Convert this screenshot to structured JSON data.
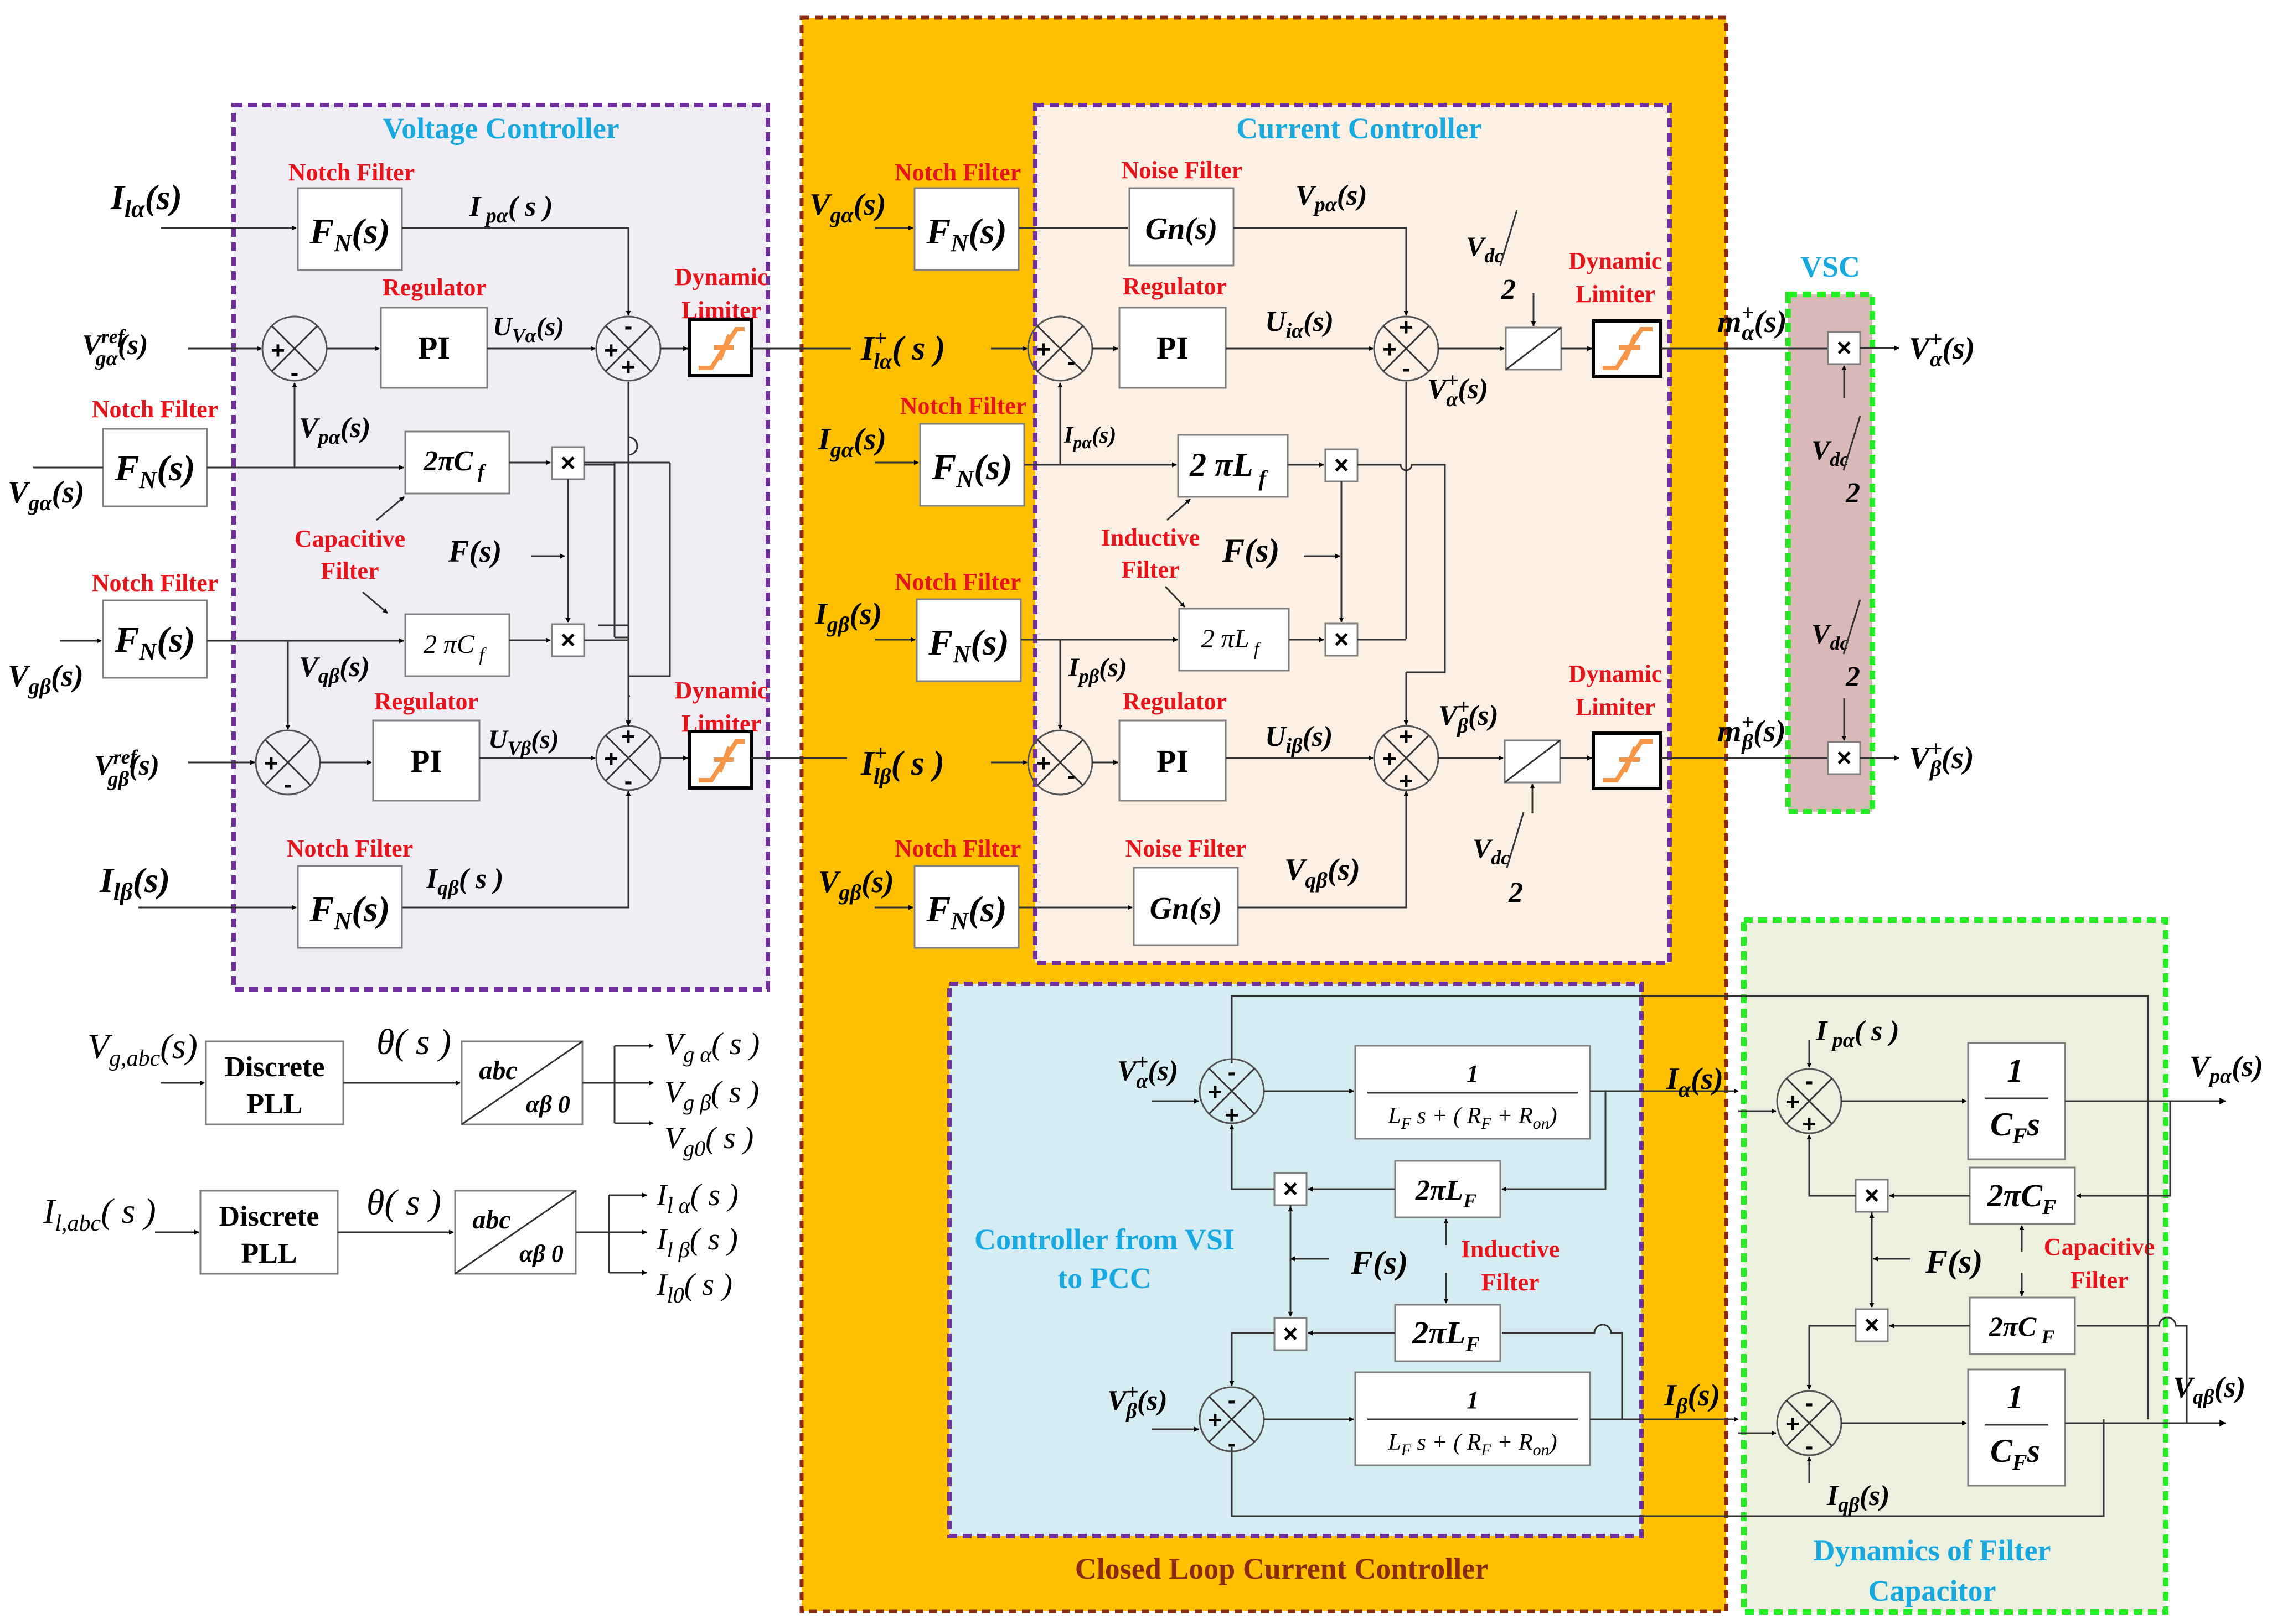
{
  "sections": {
    "voltage_controller": "Voltage Controller",
    "current_controller": "Current Controller",
    "closed_loop": "Closed Loop Current Controller",
    "vsc": "VSC",
    "vsi_pcc": [
      "Controller from VSI",
      "to PCC"
    ],
    "filter_cap": [
      "Dynamics of Filter",
      "Capacitor"
    ]
  },
  "labels": {
    "notch_filter": "Notch Filter",
    "noise_filter": "Noise Filter",
    "regulator": "Regulator",
    "dynamic": "Dynamic",
    "limiter": "Limiter",
    "capacitive": "Capacitive",
    "inductive": "Inductive",
    "filter": "Filter",
    "discrete": "Discrete",
    "pll": "PLL"
  },
  "blocks": {
    "fn": "F",
    "fn_sub": "N",
    "fn_arg": "(s)",
    "pi": "PI",
    "gn": "Gn(s)",
    "two_pi_cf": "2πC",
    "two_pi_lf": "2πL",
    "sub_f": "f",
    "sub_F": "F",
    "abc": "abc",
    "ab0": "αβ 0",
    "one": "1",
    "cfs": "C",
    "cfs_s": "s",
    "plant_den": "LFs+(RF+Ron)"
  },
  "signals": {
    "i_la": "I",
    "v_g_ref": "V",
    "fs": "F(s)",
    "theta": "θ(s)",
    "v_g_abc": "V",
    "i_l_abc": "I"
  }
}
